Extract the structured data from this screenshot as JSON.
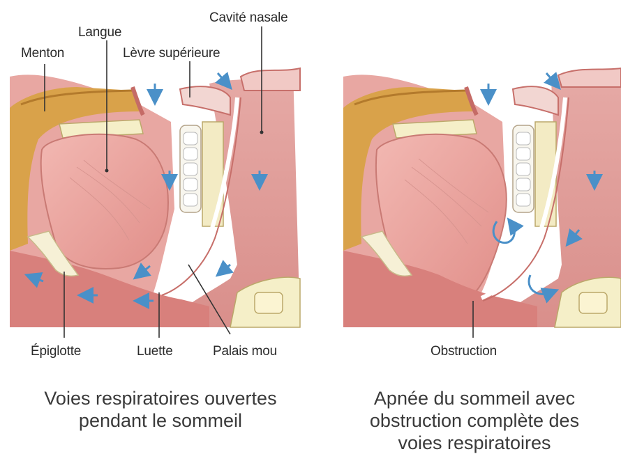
{
  "labels": {
    "menton": "Menton",
    "langue": "Langue",
    "levre_superieure": "Lèvre supérieure",
    "cavite_nasale": "Cavité nasale",
    "epiglotte": "Épiglotte",
    "luette": "Luette",
    "palais_mou": "Palais mou",
    "obstruction": "Obstruction"
  },
  "captions": {
    "left": [
      "Voies respiratoires ouvertes",
      "pendant le sommeil"
    ],
    "right": [
      "Apnée du sommeil avec",
      "obstruction complète des",
      "voies respiratoires"
    ]
  },
  "colors": {
    "tissue": "#e9a5a0",
    "tissue_dark": "#c9706c",
    "tissue_light": "#f4c9c4",
    "chin": "#d9a24a",
    "bone": "#f5efc8",
    "teeth": "#ffffff",
    "airflow_arrow": "#4a90c8",
    "leader_line": "#333333",
    "skin": "#d88a86"
  }
}
